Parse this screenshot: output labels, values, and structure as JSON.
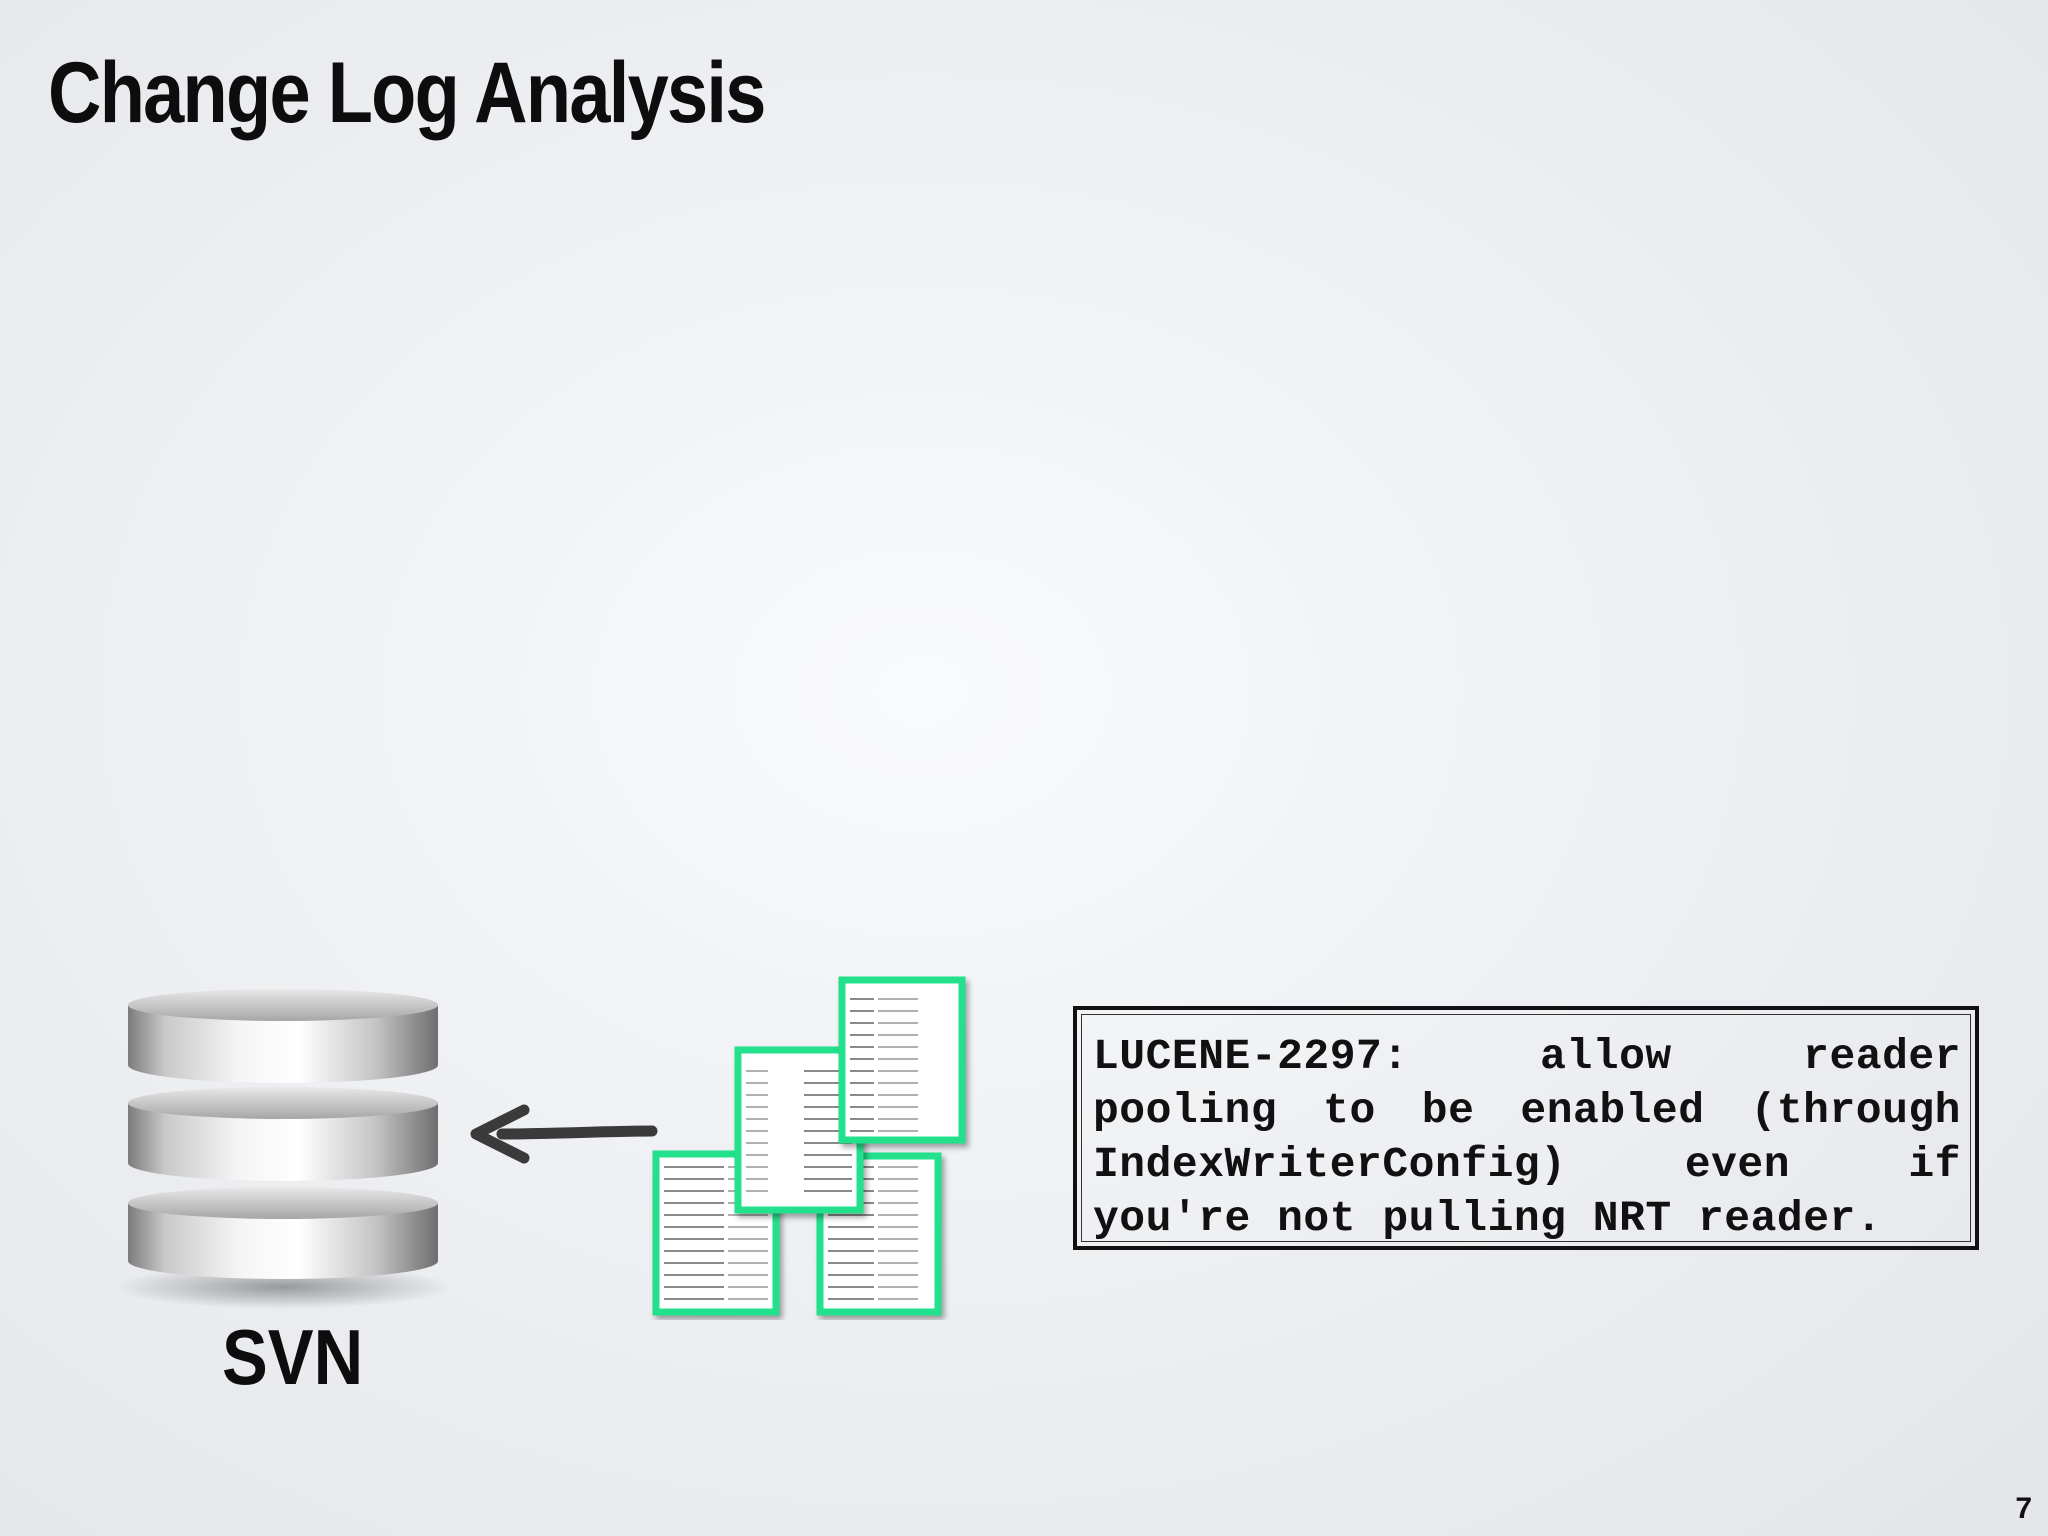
{
  "slide": {
    "title": "Change Log Analysis",
    "page_number": "7"
  },
  "repository": {
    "label": "SVN",
    "icon": "database-icon"
  },
  "arrow": {
    "icon": "arrow-left-icon"
  },
  "documents": {
    "icon": "code-documents-icon",
    "count": 4,
    "accent_color": "#22e08c"
  },
  "commit_message": {
    "text": "LUCENE-2297: allow reader pooling to be enabled (through IndexWriterConfig) even if you're not pulling NRT reader."
  }
}
